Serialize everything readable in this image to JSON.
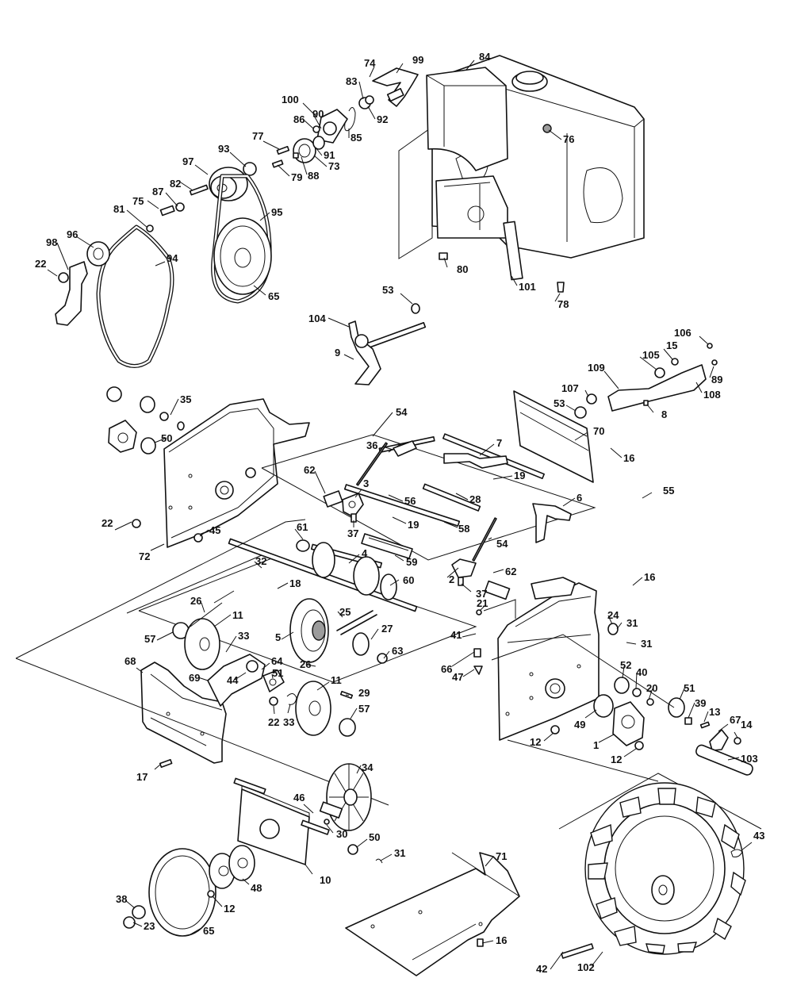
{
  "callouts": [
    "74",
    "99",
    "84",
    "83",
    "100",
    "86",
    "90",
    "92",
    "85",
    "76",
    "77",
    "91",
    "93",
    "73",
    "97",
    "88",
    "79",
    "82",
    "87",
    "75",
    "95",
    "81",
    "96",
    "98",
    "94",
    "22",
    "65",
    "80",
    "101",
    "78",
    "53",
    "104",
    "9",
    "106",
    "15",
    "105",
    "89",
    "109",
    "108",
    "107",
    "53",
    "8",
    "70",
    "16",
    "35",
    "54",
    "50",
    "36",
    "7",
    "62",
    "3",
    "19",
    "22",
    "28",
    "56",
    "6",
    "55",
    "72",
    "45",
    "37",
    "58",
    "61",
    "54",
    "4",
    "19",
    "59",
    "60",
    "32",
    "2",
    "62",
    "37",
    "18",
    "16",
    "26",
    "11",
    "25",
    "21",
    "24",
    "31",
    "5",
    "27",
    "57",
    "33",
    "63",
    "41",
    "31",
    "26",
    "66",
    "47",
    "52",
    "40",
    "68",
    "64",
    "69",
    "44",
    "51",
    "11",
    "20",
    "51",
    "29",
    "39",
    "13",
    "22",
    "33",
    "57",
    "49",
    "67",
    "14",
    "1",
    "12",
    "12",
    "103",
    "17",
    "34",
    "46",
    "43",
    "30",
    "50",
    "31",
    "10",
    "71",
    "48",
    "38",
    "12",
    "23",
    "65",
    "16",
    "42",
    "102"
  ]
}
